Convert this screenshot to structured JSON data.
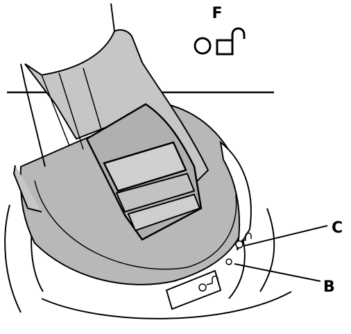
{
  "labels": {
    "f": "F",
    "c": "C",
    "b": "B"
  },
  "symbols": {
    "status": [
      "circle-icon",
      "open-padlock-icon"
    ]
  },
  "colors": {
    "line": "#000000",
    "seat_fill": "#b8b8b8",
    "seat_inner": "#c6c6c6",
    "background": "#ffffff"
  }
}
